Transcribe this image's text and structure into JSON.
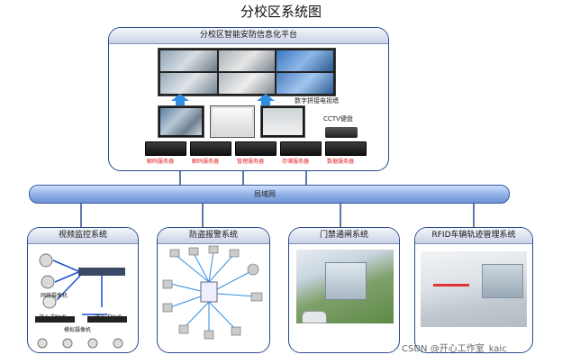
{
  "title": "分校区系统图",
  "top_panel": {
    "header": "分校区智能安防信息化平台",
    "video_wall_label": "数字拼接电视墙",
    "keyboard_label": "CCTV键盘",
    "servers": [
      "解码服务器",
      "解码服务器",
      "管理服务器",
      "存储服务器",
      "数据服务器"
    ]
  },
  "network_bar": "局域网",
  "subsystems": [
    {
      "header": "视频监控系统",
      "labels": [
        "网络摄像机",
        "嵌入式NVR",
        "模拟摄像机",
        "嵌入式NVR"
      ]
    },
    {
      "header": "防盗报警系统"
    },
    {
      "header": "门禁通闸系统"
    },
    {
      "header": "RFID车辆轨迹管理系统"
    }
  ],
  "watermark": "CSDN @开心工作室_kaic",
  "colors": {
    "frame": "#2a4a8a",
    "bus": "#8fb0e6",
    "arrow": "#2f8fe0",
    "server_text": "#e01b1b"
  }
}
